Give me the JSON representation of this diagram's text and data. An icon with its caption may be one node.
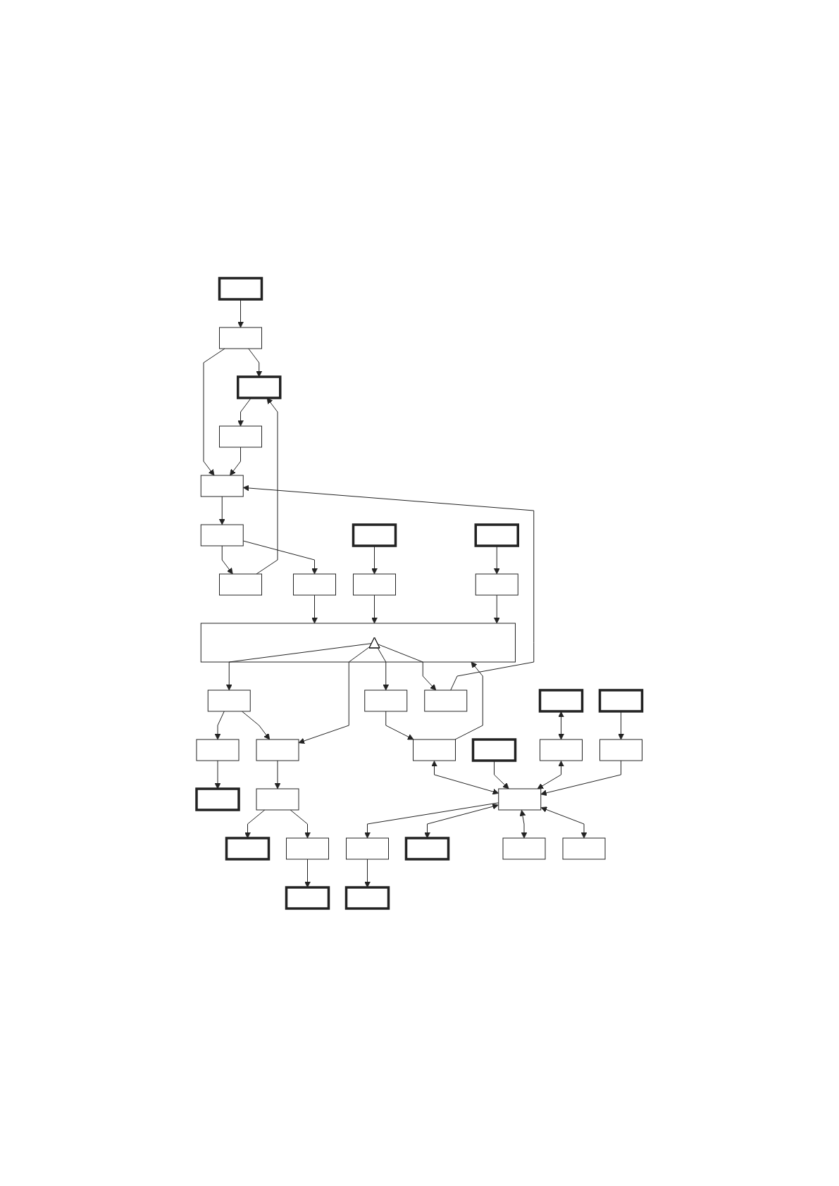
{
  "diagram": {
    "nodes": [
      {
        "text": [],
        "shape": "box"
      },
      {
        "text": [],
        "shape": "box"
      },
      {
        "text": [],
        "shape": "box"
      },
      {
        "text": [],
        "shape": "box"
      },
      {
        "text": [],
        "shape": "box"
      },
      {
        "text": [],
        "shape": "box"
      },
      {
        "text": [],
        "shape": "box"
      },
      {
        "text": [],
        "shape": "box"
      },
      {
        "text": [],
        "shape": "box"
      },
      {
        "text": [],
        "shape": "box"
      },
      {
        "text": [],
        "shape": "box"
      },
      {
        "text": [],
        "shape": "box"
      },
      {
        "text": [],
        "shape": "box"
      },
      {
        "text": [],
        "shape": "box"
      },
      {
        "text": [],
        "shape": "box"
      },
      {
        "text": [],
        "shape": "box"
      },
      {
        "text": [],
        "shape": "box"
      },
      {
        "text": [],
        "shape": "box"
      },
      {
        "text": [],
        "shape": "box"
      },
      {
        "text": [],
        "shape": "box"
      },
      {
        "text": [],
        "shape": "box"
      },
      {
        "text": [],
        "shape": "box"
      },
      {
        "text": [],
        "shape": "box"
      },
      {
        "text": [],
        "shape": "triangle",
        "in": 22
      },
      {
        "text": [],
        "shape": "box"
      },
      {
        "text": [],
        "shape": "box"
      },
      {
        "text": [],
        "shape": "box"
      },
      {
        "text": [],
        "shape": "box"
      },
      {
        "text": [],
        "shape": "box"
      },
      {
        "text": [],
        "shape": "box"
      },
      {
        "text": [],
        "shape": "box"
      },
      {
        "text": [],
        "shape": "box"
      },
      {
        "text": [],
        "shape": "box"
      },
      {
        "text": [],
        "shape": "box"
      },
      {
        "text": [],
        "shape": "box"
      },
      {
        "text": [],
        "shape": "box"
      }
    ],
    "edges": [
      {
        "from": 7,
        "to": 1,
        "arrow": "to"
      },
      {
        "from": 9,
        "to": 2,
        "arrow": "to"
      },
      {
        "from": 9,
        "to": 8,
        "arrow": "to"
      },
      {
        "from": 8,
        "to": 4,
        "arrow": "to"
      },
      {
        "from": 13,
        "to": 9,
        "arrow": "to"
      },
      {
        "from": 14,
        "to": 13,
        "arrow": "to"
      },
      {
        "from": 14,
        "to": 7,
        "arrow": "to"
      },
      {
        "from": 5,
        "to": 12,
        "arrow": "to"
      },
      {
        "from": 12,
        "to": 15,
        "arrow": "to"
      },
      {
        "from": 12,
        "to": 19,
        "arrow": "to"
      },
      {
        "from": 23,
        "to": 13,
        "arrow": "to"
      },
      {
        "from": 23,
        "to": 17,
        "arrow": "to"
      },
      {
        "from": 23,
        "to": 14,
        "arrow": "to"
      },
      {
        "from": 23,
        "to": 16,
        "arrow": "to"
      },
      {
        "from": 17,
        "to": 19,
        "arrow": "to"
      },
      {
        "from": 16,
        "to": 21,
        "arrow": "to"
      },
      {
        "from": 21,
        "to": 18,
        "arrow": "both"
      },
      {
        "from": 21,
        "to": 22,
        "arrow": "to"
      },
      {
        "from": 18,
        "to": 10,
        "arrow": "to"
      },
      {
        "from": 10,
        "to": 3,
        "arrow": "to"
      },
      {
        "from": 6,
        "to": 18,
        "arrow": "to"
      },
      {
        "from": 0,
        "to": 11,
        "arrow": "both"
      },
      {
        "from": 11,
        "to": 18,
        "arrow": "both"
      },
      {
        "from": 18,
        "to": 24,
        "arrow": "both"
      },
      {
        "from": 15,
        "to": 20,
        "arrow": "to"
      },
      {
        "from": 20,
        "to": 19,
        "arrow": "to"
      },
      {
        "from": 19,
        "to": 26,
        "arrow": "to"
      },
      {
        "from": 26,
        "to": 25,
        "arrow": "to"
      },
      {
        "from": 25,
        "to": 15,
        "arrow": "to"
      },
      {
        "from": 26,
        "to": 27,
        "arrow": "to"
      },
      {
        "from": 27,
        "to": 22,
        "arrow": "to"
      },
      {
        "from": 31,
        "to": 22,
        "arrow": "to"
      },
      {
        "from": 32,
        "to": 22,
        "arrow": "to"
      },
      {
        "from": 35,
        "to": 31,
        "arrow": "to"
      },
      {
        "from": 34,
        "to": 32,
        "arrow": "to"
      },
      {
        "from": 28,
        "to": 18,
        "arrow": "to"
      },
      {
        "from": 33,
        "to": 28,
        "arrow": "to"
      },
      {
        "from": 18,
        "to": 29,
        "arrow": "both"
      },
      {
        "from": 18,
        "to": 30,
        "arrow": "both"
      }
    ]
  }
}
